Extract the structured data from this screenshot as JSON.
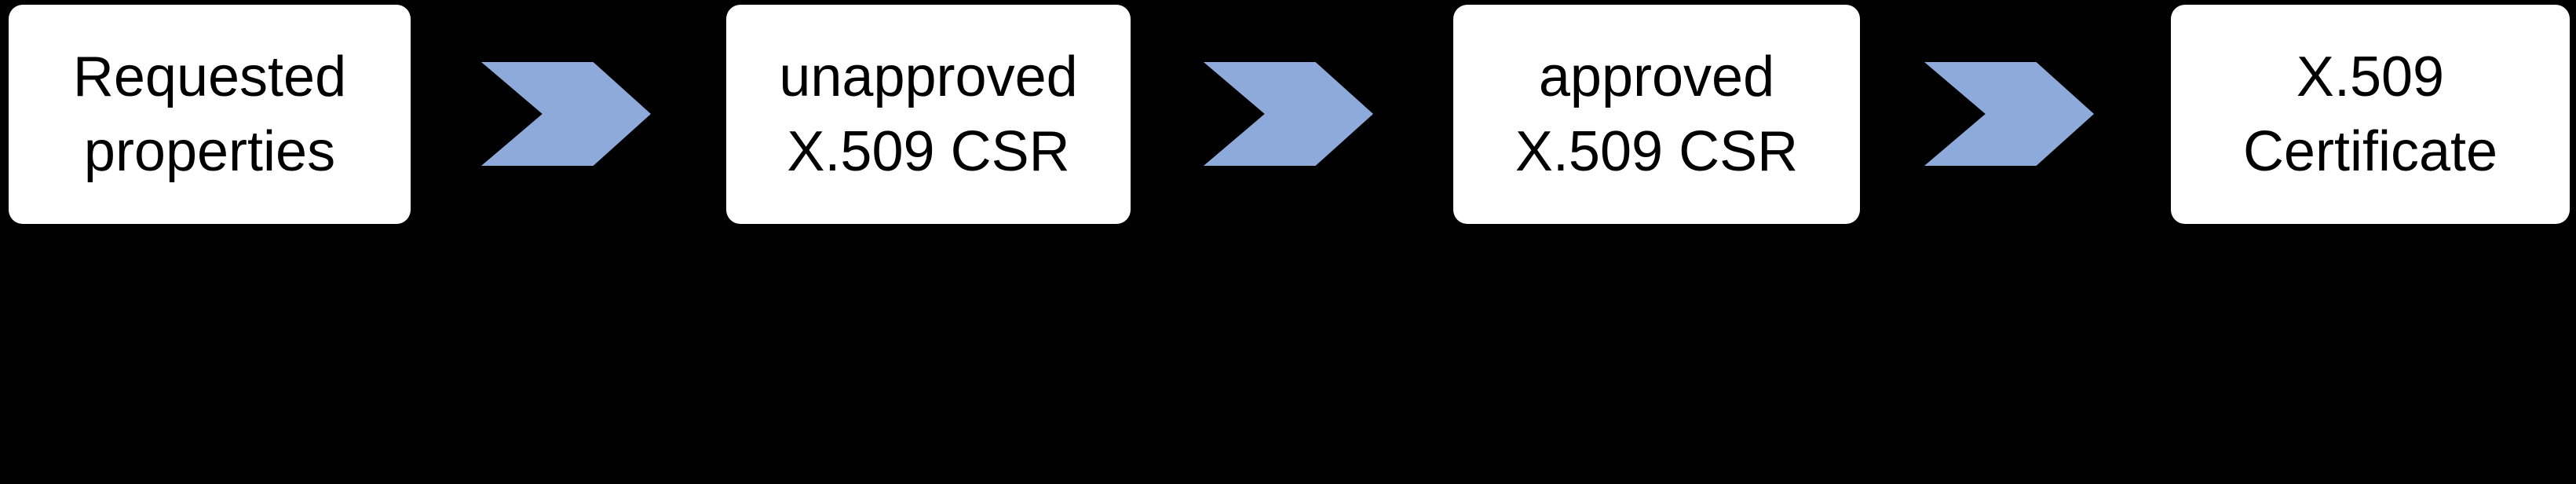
{
  "diagram": {
    "type": "process-flow",
    "direction": "left-to-right",
    "background_color": "#000000",
    "node_style": {
      "fill": "#FFFFFF",
      "text_color": "#000000",
      "corner": "rounded"
    },
    "connector": {
      "shape": "chevron-right",
      "color": "#8EAADB"
    },
    "steps": [
      {
        "name": "requested-properties",
        "line1": "Requested",
        "line2": "properties"
      },
      {
        "name": "unapproved-csr",
        "line1": "unapproved",
        "line2": "X.509 CSR"
      },
      {
        "name": "approved-csr",
        "line1": "approved",
        "line2": "X.509 CSR"
      },
      {
        "name": "certificate",
        "line1": "X.509",
        "line2": "Certificate"
      }
    ]
  }
}
